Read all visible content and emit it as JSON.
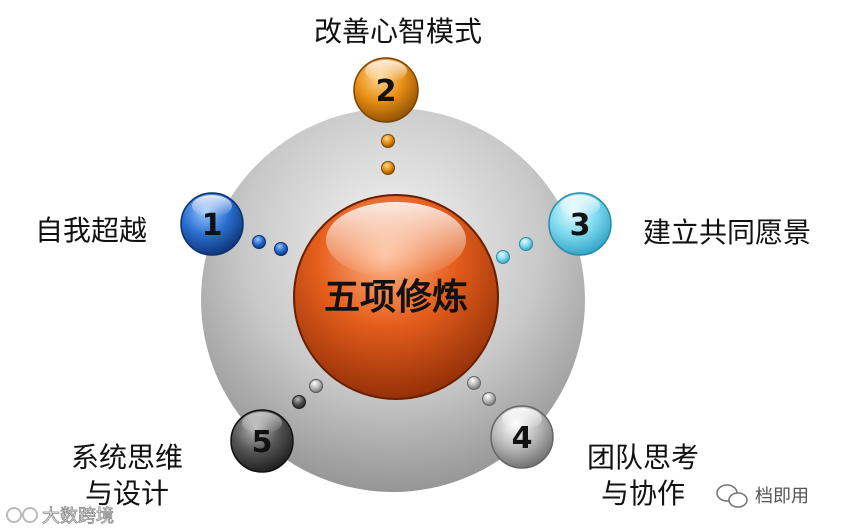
{
  "center": {
    "label": "五项修炼"
  },
  "nodes": [
    {
      "number": "1",
      "label": "自我超越",
      "color": "#1f5fbf"
    },
    {
      "number": "2",
      "label": "改善心智模式",
      "color": "#e08a12"
    },
    {
      "number": "3",
      "label": "建立共同愿景",
      "color": "#7fd8ee"
    },
    {
      "number": "4",
      "label_line1": "团队思考",
      "label_line2": "与协作",
      "color": "#a8a8a8"
    },
    {
      "number": "5",
      "label_line1": "系统思维",
      "label_line2": "与设计",
      "color": "#4a4a4a"
    }
  ],
  "colors": {
    "ring": "#9a9a9a",
    "center": "#e05a1a"
  },
  "watermarks": {
    "bottom_left": "大数跨境",
    "bottom_right": "档即用"
  }
}
